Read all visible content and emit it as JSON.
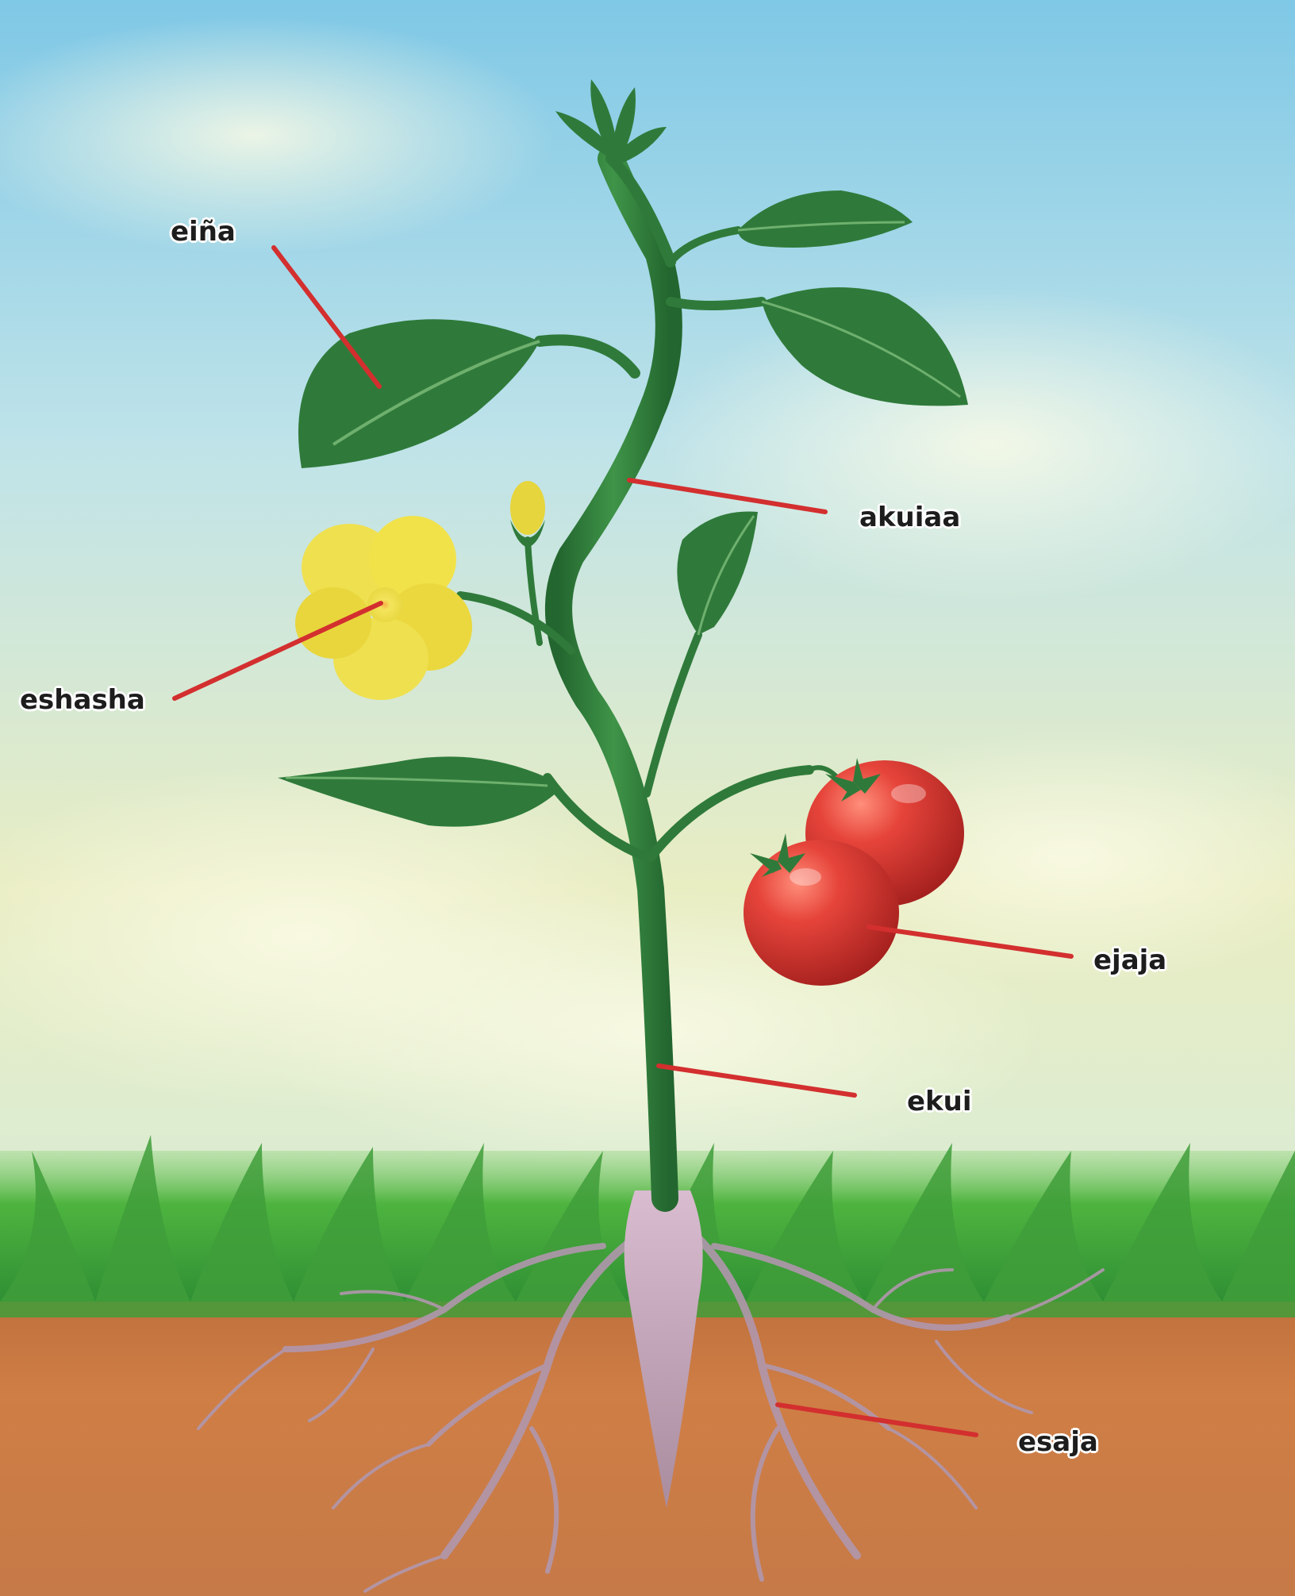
{
  "diagram": {
    "labels": {
      "leaf": "eiña",
      "branch": "akuiaa",
      "flower": "eshasha",
      "fruit": "ejaja",
      "stem": "ekui",
      "root": "esaja"
    },
    "colors": {
      "leader_line": "#d32f2f",
      "leaf": "#2f7a3a",
      "stem": "#2f7a3a",
      "flower": "#f1e24a",
      "fruit": "#d63a2e",
      "root": "#b49ab0",
      "soil": "#c7763f",
      "grass": "#4caf3c",
      "sky": "#8fd0e6"
    }
  }
}
